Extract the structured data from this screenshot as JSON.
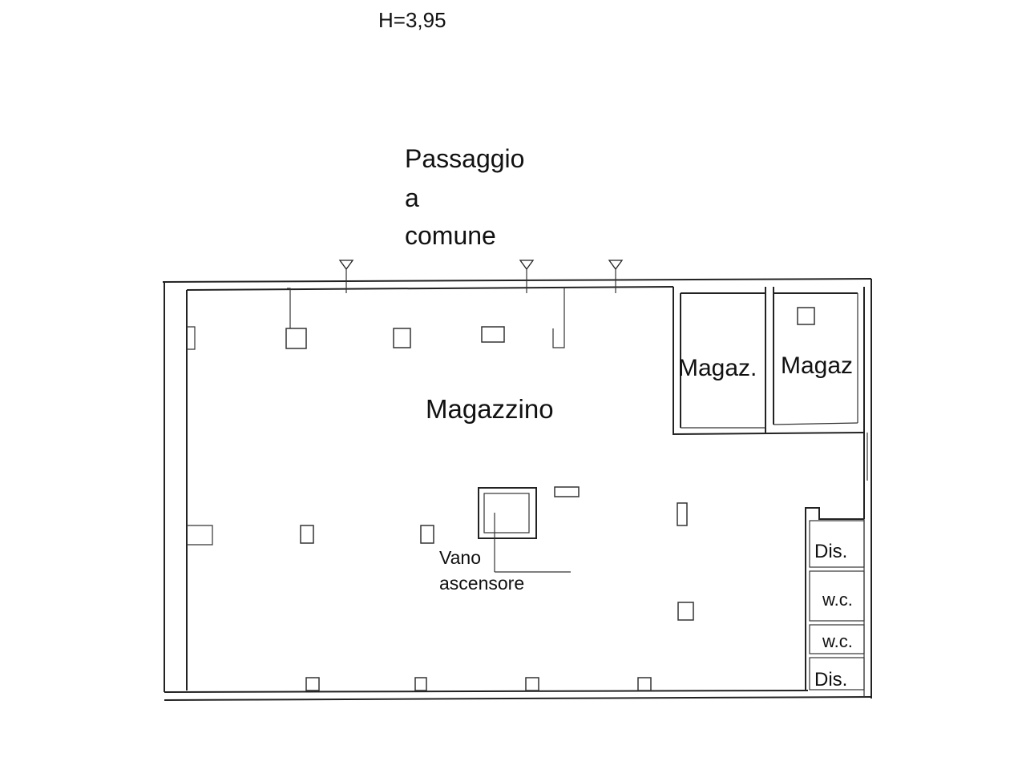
{
  "header": {
    "height_note": "H=3,95"
  },
  "labels": {
    "passage": [
      "Passaggio",
      "a",
      "comune"
    ],
    "main_room": "Magazzino",
    "store_room_1": "Magaz.",
    "store_room_2": "Magaz",
    "lift_shaft": [
      "Vano",
      "ascensore"
    ],
    "hall_1": "Dis.",
    "wc_1": "w.c.",
    "wc_2": "w.c.",
    "hall_2": "Dis."
  },
  "colors": {
    "line": "#222222",
    "background": "#ffffff"
  }
}
